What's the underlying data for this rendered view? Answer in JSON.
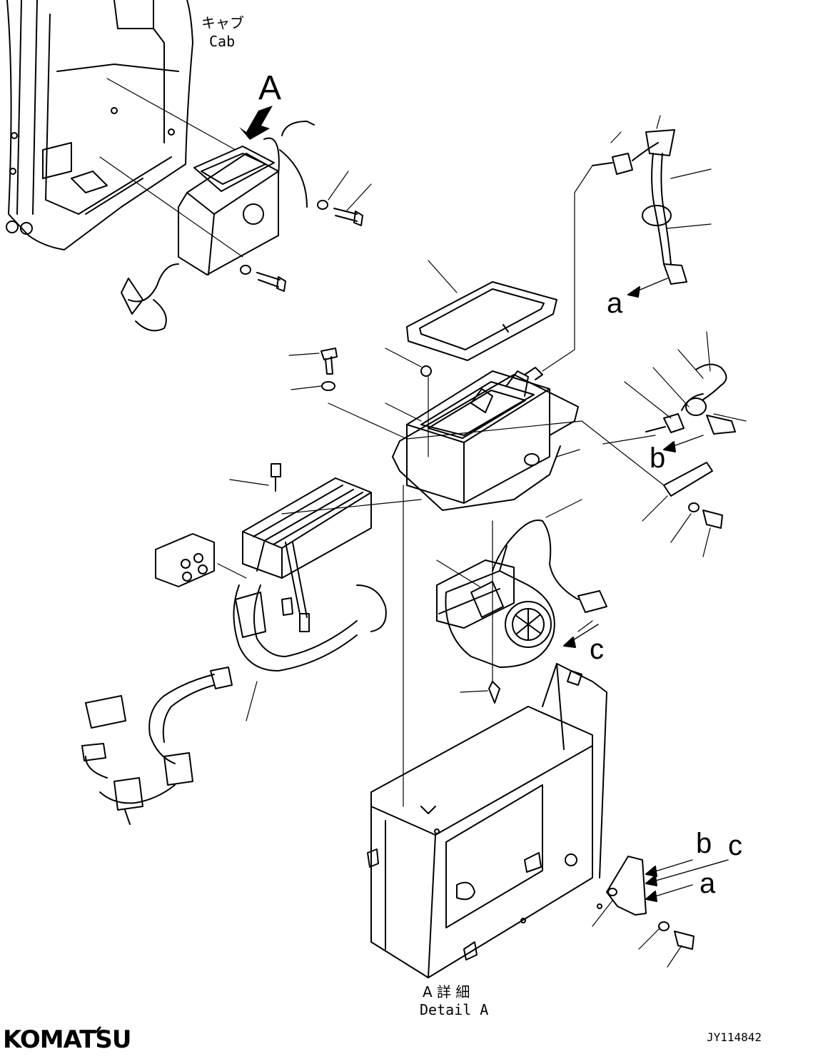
{
  "labels": {
    "cab_jp": "キャブ",
    "cab_en": "Cab",
    "detail_marker": "A",
    "callout_a_top": "a",
    "callout_b_mid": "b",
    "callout_c_mid": "c",
    "callout_b_bottom": "b",
    "callout_c_bottom": "c",
    "callout_a_bottom": "a",
    "detail_jp": "A 詳 細",
    "detail_en": "Detail A",
    "drawing_number": "JY114842"
  },
  "brand": {
    "name": "KOMATSU",
    "color": "#000000"
  },
  "colors": {
    "line": "#000000",
    "background": "#ffffff"
  }
}
